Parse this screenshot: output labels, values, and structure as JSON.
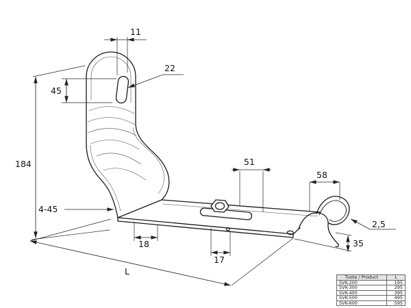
{
  "drawing": {
    "labels": {
      "d11": "11",
      "d22": "22",
      "d45": "45",
      "d184": "184",
      "d4_45": "4-45",
      "d18": "18",
      "d17": "17",
      "dL": "L",
      "d51": "51",
      "d58": "58",
      "d25": "2,5",
      "d35": "35"
    }
  },
  "table": {
    "header": {
      "product": "Tuote / Product",
      "length": "L"
    },
    "rows": [
      {
        "product": "SVK-200",
        "length": "195"
      },
      {
        "product": "SVK-300",
        "length": "295"
      },
      {
        "product": "SVK-400",
        "length": "395"
      },
      {
        "product": "SVK-500",
        "length": "495"
      },
      {
        "product": "SVK-600",
        "length": "595"
      }
    ]
  }
}
